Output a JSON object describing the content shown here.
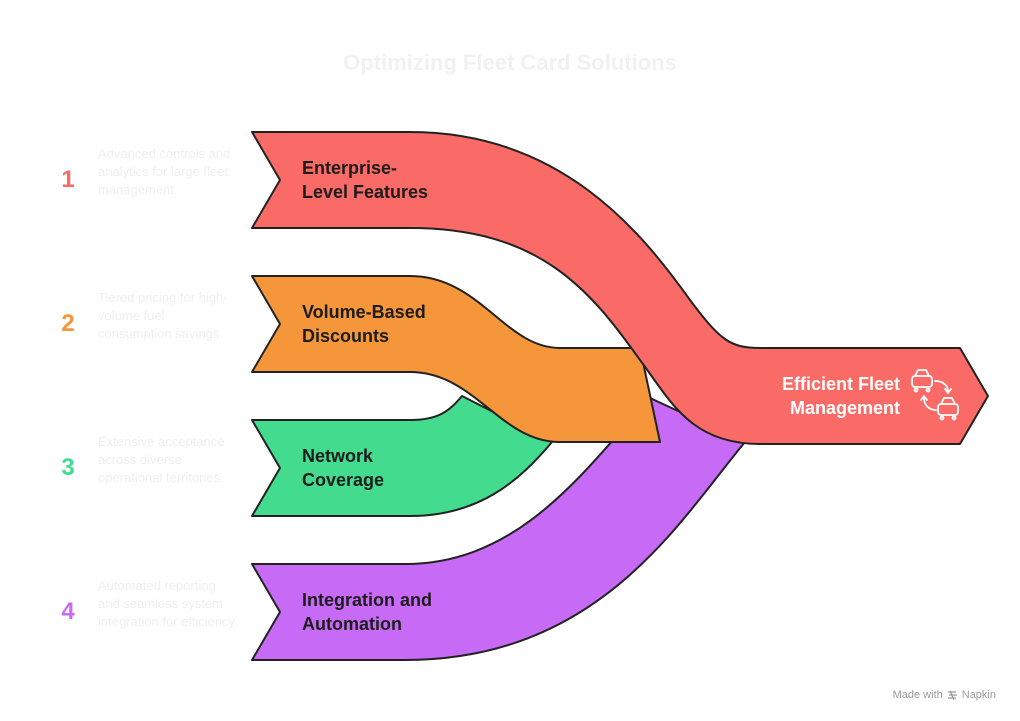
{
  "title": "Optimizing Fleet Card Solutions",
  "items": [
    {
      "number": "1",
      "label_line1": "Enterprise-",
      "label_line2": "Level Features",
      "description": "Advanced controls and analytics for large fleet management.",
      "color": "#fa6a67"
    },
    {
      "number": "2",
      "label_line1": "Volume-Based",
      "label_line2": "Discounts",
      "description": "Tiered pricing for high-volume fuel consumption savings.",
      "color": "#f5963a"
    },
    {
      "number": "3",
      "label_line1": "Network",
      "label_line2": "Coverage",
      "description": "Extensive acceptance across diverse operational territories.",
      "color": "#43dc8f"
    },
    {
      "number": "4",
      "label_line1": "Integration and",
      "label_line2": "Automation",
      "description": "Automated reporting and seamless system integration for efficiency.",
      "color": "#c76af5"
    }
  ],
  "outcome": {
    "line1": "Efficient Fleet",
    "line2": "Management",
    "icon": "car-swap-icon"
  },
  "footer": {
    "made_with": "Made with",
    "brand": "Napkin"
  }
}
